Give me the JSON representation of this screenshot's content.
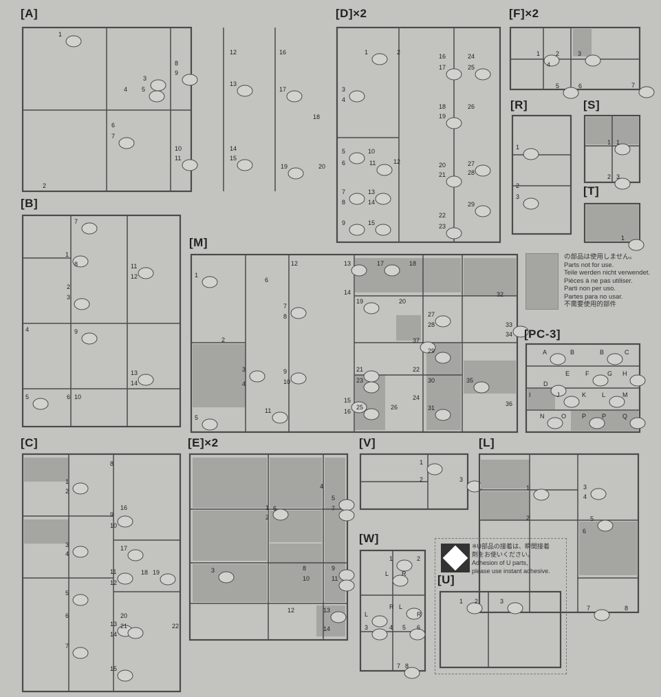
{
  "runners": {
    "A": {
      "title": "[A]",
      "parts": [
        "1",
        "2",
        "3",
        "4",
        "5",
        "6",
        "7",
        "8",
        "9",
        "10",
        "11",
        "12",
        "13",
        "14",
        "15",
        "16",
        "17",
        "18",
        "19",
        "20"
      ]
    },
    "D": {
      "title": "[D]×2",
      "parts": [
        "1",
        "2",
        "3",
        "4",
        "5",
        "6",
        "7",
        "8",
        "9",
        "10",
        "11",
        "12",
        "13",
        "14",
        "15",
        "16",
        "17",
        "18",
        "19",
        "20",
        "21",
        "22",
        "23",
        "24",
        "25",
        "26",
        "27",
        "28",
        "29"
      ]
    },
    "F": {
      "title": "[F]×2",
      "parts": [
        "1",
        "2",
        "3",
        "4",
        "5",
        "6",
        "7"
      ]
    },
    "R": {
      "title": "[R]",
      "parts": [
        "1",
        "2",
        "3"
      ]
    },
    "S": {
      "title": "[S]",
      "parts": [
        "1",
        "1",
        "2",
        "3"
      ]
    },
    "T": {
      "title": "[T]",
      "parts": [
        "1"
      ]
    },
    "B": {
      "title": "[B]",
      "parts": [
        "1",
        "2",
        "3",
        "4",
        "5",
        "6",
        "7",
        "8",
        "9",
        "10",
        "11",
        "12",
        "13",
        "14"
      ]
    },
    "M": {
      "title": "[M]",
      "parts": [
        "1",
        "2",
        "3",
        "4",
        "5",
        "6",
        "7",
        "8",
        "9",
        "10",
        "11",
        "12",
        "13",
        "14",
        "15",
        "16",
        "17",
        "18",
        "19",
        "20",
        "21",
        "22",
        "23",
        "24",
        "25",
        "26",
        "27",
        "28",
        "29",
        "30",
        "31",
        "32",
        "33",
        "34",
        "35",
        "36",
        "37"
      ]
    },
    "PC": {
      "title": "[PC-3]",
      "parts": [
        "A",
        "B",
        "B",
        "C",
        "D",
        "E",
        "F",
        "G",
        "H",
        "I",
        "J",
        "K",
        "L",
        "M",
        "N",
        "O",
        "P",
        "P",
        "Q"
      ]
    },
    "C": {
      "title": "[C]",
      "parts": [
        "1",
        "2",
        "3",
        "4",
        "5",
        "6",
        "7",
        "8",
        "9",
        "10",
        "11",
        "12",
        "13",
        "14",
        "15",
        "16",
        "17",
        "18",
        "19",
        "20",
        "21",
        "22"
      ]
    },
    "E": {
      "title": "[E]×2",
      "parts": [
        "1",
        "2",
        "3",
        "4",
        "5",
        "6",
        "7",
        "8",
        "9",
        "10",
        "11",
        "12",
        "13",
        "14"
      ]
    },
    "V": {
      "title": "[V]",
      "parts": [
        "1",
        "2",
        "3"
      ]
    },
    "L": {
      "title": "[L]",
      "parts": [
        "1",
        "2",
        "3",
        "4",
        "5",
        "6",
        "7",
        "8"
      ]
    },
    "W": {
      "title": "[W]",
      "parts": [
        "1",
        "2",
        "3",
        "4",
        "5",
        "6",
        "7",
        "8",
        "L",
        "R",
        "L",
        "R",
        "L",
        "R"
      ]
    },
    "U": {
      "title": "[U]",
      "parts": [
        "1",
        "2",
        "3"
      ]
    }
  },
  "legend": {
    "lines": [
      "の部品は使用しません。",
      "Parts not for use.",
      "Teile werden nicht verwendet.",
      "Pièces à ne pas utiliser.",
      "Parti non per uso.",
      "Partes para no usar.",
      "不需要使用的部件"
    ]
  },
  "note": {
    "lines": [
      "※U部品の接着は、瞬間接着",
      "剤をお使いください。",
      "Adhesion of U parts,",
      "please use instant adhesive."
    ]
  },
  "colors": {
    "background": "#c3c3bf",
    "unused_shade": "#a5a5a2",
    "line": "#4a4a4a"
  }
}
